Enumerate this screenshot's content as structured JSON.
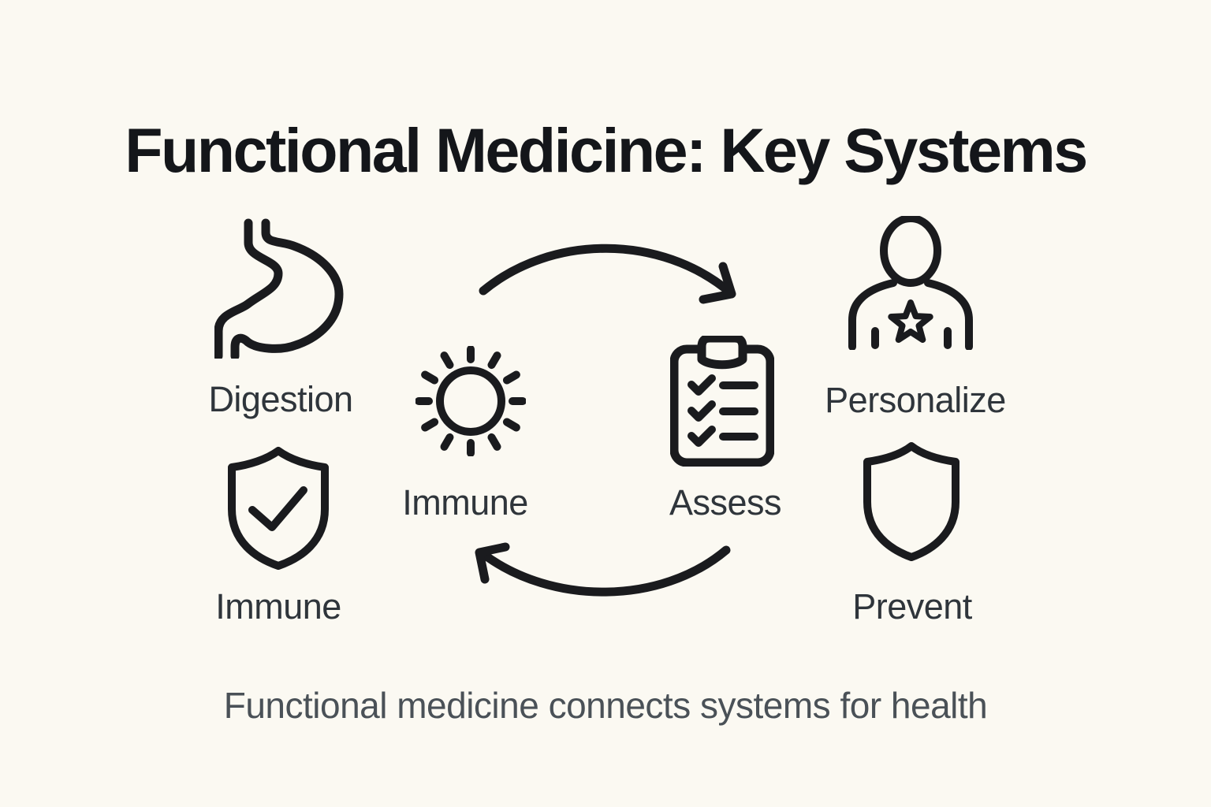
{
  "title": "Functional Medicine: Key Systems",
  "caption": "Functional medicine connects systems for health",
  "colors": {
    "background": "#FBF9F2",
    "icon_ink": "#1A1B1E",
    "label_text": "#2F353B",
    "caption_text": "#4A5157",
    "title_text": "#14161A"
  },
  "nodes": [
    {
      "label": "Digestion",
      "icon": "stomach-icon"
    },
    {
      "label": "Immune",
      "icon": "shield-check-icon"
    },
    {
      "label": "Immune",
      "icon": "sun-icon"
    },
    {
      "label": "Assess",
      "icon": "clipboard-checklist-icon"
    },
    {
      "label": "Personalize",
      "icon": "person-star-icon"
    },
    {
      "label": "Prevent",
      "icon": "shield-icon"
    }
  ],
  "arrows": [
    {
      "name": "flow-arrow-top",
      "direction": "left-to-right"
    },
    {
      "name": "flow-arrow-bottom",
      "direction": "right-to-left"
    }
  ]
}
